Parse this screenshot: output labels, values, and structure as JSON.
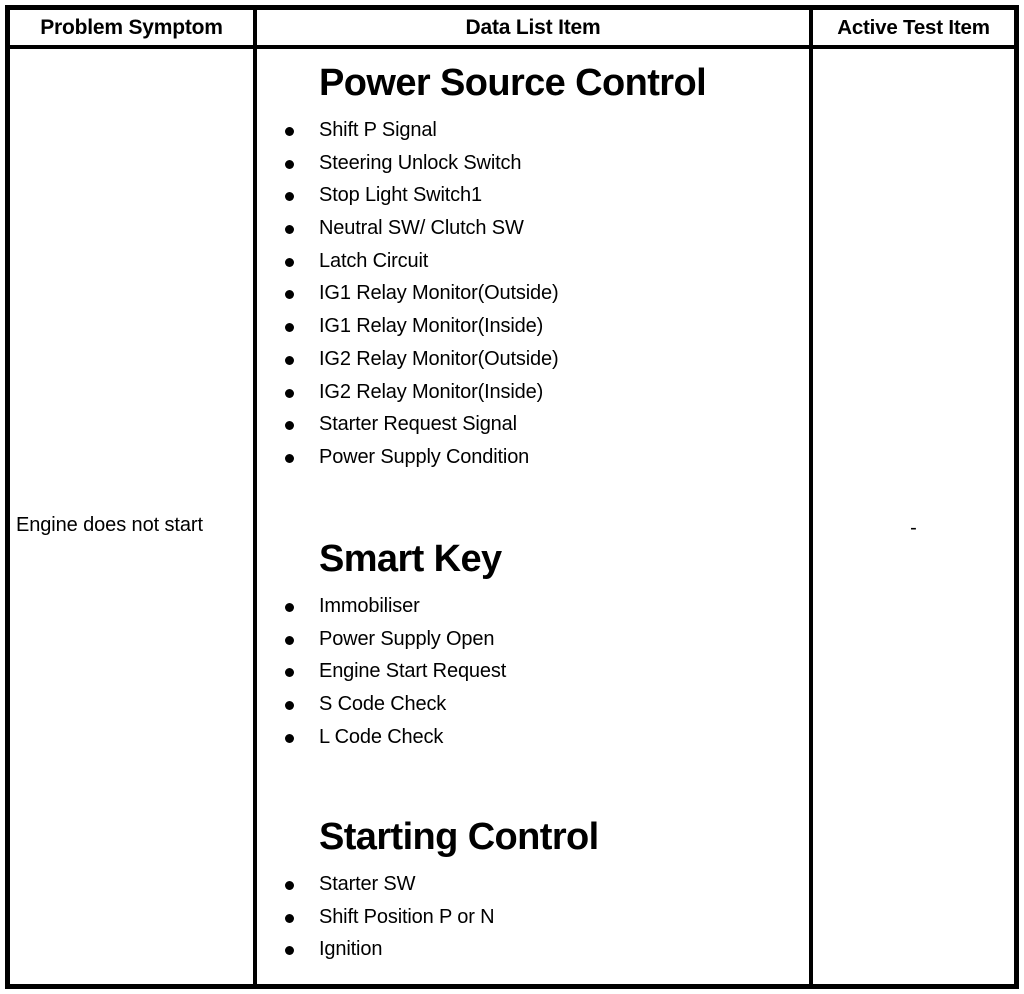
{
  "table": {
    "columns": [
      {
        "id": "problem-symptom",
        "label": "Problem Symptom"
      },
      {
        "id": "data-list-item",
        "label": "Data List Item"
      },
      {
        "id": "active-test-item",
        "label": "Active Test Item"
      }
    ],
    "row": {
      "problem_symptom": "Engine does not start",
      "active_test_item": "-",
      "sections": [
        {
          "title": "Power Source Control",
          "items": [
            "Shift P Signal",
            "Steering Unlock Switch",
            "Stop Light Switch1",
            "Neutral SW/ Clutch SW",
            "Latch Circuit",
            "IG1 Relay Monitor(Outside)",
            "IG1 Relay Monitor(Inside)",
            "IG2 Relay Monitor(Outside)",
            "IG2 Relay Monitor(Inside)",
            "Starter Request Signal",
            "Power Supply Condition"
          ]
        },
        {
          "title": "Smart Key",
          "items": [
            "Immobiliser",
            "Power Supply Open",
            "Engine Start Request",
            "S Code Check",
            "L Code Check"
          ]
        },
        {
          "title": "Starting Control",
          "items": [
            "Starter SW",
            "Shift Position P or N",
            "Ignition"
          ]
        }
      ]
    }
  },
  "colors": {
    "border": "#000000",
    "text": "#000000",
    "background": "#ffffff"
  }
}
